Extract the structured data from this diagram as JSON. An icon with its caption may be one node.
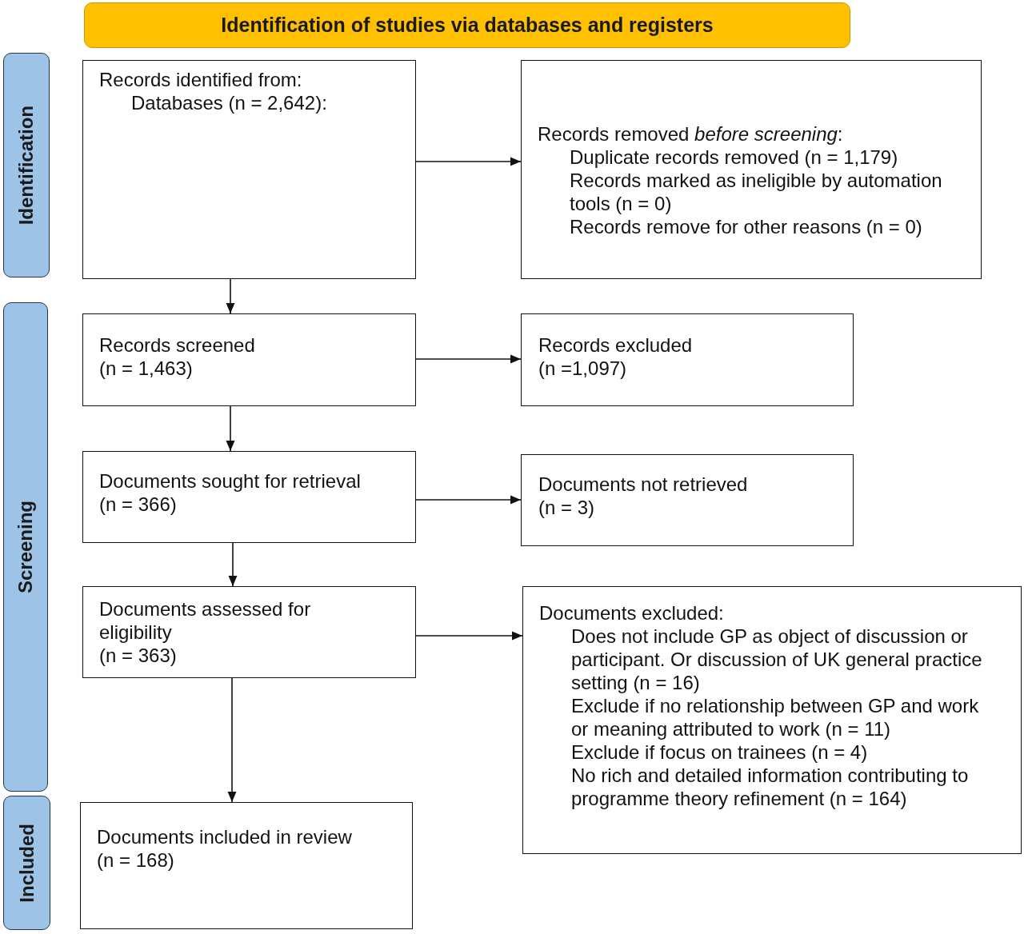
{
  "diagram": {
    "nodes": [
      {
        "text": [
          "Identification of studies via databases and registers"
        ]
      },
      {
        "text": [
          "Identification"
        ]
      },
      {
        "text": [
          "Screening"
        ]
      },
      {
        "text": [
          "Included"
        ]
      },
      {
        "text": [
          "Records identified from:",
          "Databases (n = 2,642):"
        ]
      },
      {
        "text": [
          "Records removed *before screening*:",
          "Duplicate records removed (n = 1,179)",
          "Records marked as ineligible by automation tools (n = 0)",
          "Records remove for other reasons (n = 0)"
        ]
      },
      {
        "text": [
          "Records screened",
          "(n = 1,463)"
        ]
      },
      {
        "text": [
          "Records excluded",
          "(n =1,097)"
        ]
      },
      {
        "text": [
          "Documents sought for retrieval",
          "(n = 366)"
        ]
      },
      {
        "text": [
          "Documents not retrieved",
          "(n = 3)"
        ]
      },
      {
        "text": [
          "Documents assessed for eligibility",
          "(n = 363)"
        ]
      },
      {
        "text": [
          "Documents excluded:",
          "Does not include GP as object of discussion or participant. Or discussion of UK general practice setting (n = 16)",
          "Exclude if no relationship between GP and work or meaning attributed to work (n = 11)",
          "Exclude if focus on trainees (n = 4)",
          "No rich and detailed information contributing to programme theory refinement (n = 164)"
        ]
      },
      {
        "text": [
          "Documents included in review",
          "(n = 168)"
        ]
      }
    ],
    "edges": [
      {
        "from": 4,
        "to": 5,
        "arrow": "to"
      },
      {
        "from": 4,
        "to": 6,
        "arrow": "to"
      },
      {
        "from": 6,
        "to": 7,
        "arrow": "to"
      },
      {
        "from": 6,
        "to": 8,
        "arrow": "to"
      },
      {
        "from": 8,
        "to": 9,
        "arrow": "to"
      },
      {
        "from": 8,
        "to": 10,
        "arrow": "to"
      },
      {
        "from": 10,
        "to": 11,
        "arrow": "to"
      },
      {
        "from": 10,
        "to": 12,
        "arrow": "to"
      }
    ]
  }
}
